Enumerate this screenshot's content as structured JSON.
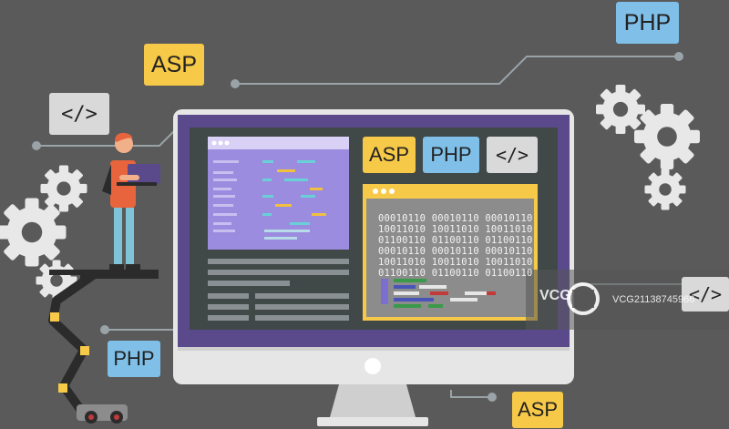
{
  "labels": {
    "asp": "ASP",
    "php": "PHP",
    "code": "</>"
  },
  "binary": {
    "row1": "00010110 00010110 00010110",
    "row2": "10011010 10011010 10011010",
    "row3": "01100110 01100110 01100110",
    "row4": "00010110 00010110 00010110",
    "row5": "10011010 10011010 10011010",
    "row6": "01100110 01100110 01100110"
  },
  "watermark": {
    "logo_text": "VCG",
    "id_text": "VCG21138745966"
  },
  "colors": {
    "background": "#5a5a5a",
    "monitor_frame": "#e6e6e6",
    "screen_purple": "#5b4a8b",
    "asp_yellow": "#f7c948",
    "php_blue": "#7fbfe8",
    "code_gray": "#d9d9d9",
    "person_shirt": "#e8643c",
    "person_pants": "#7ec3d6"
  },
  "icons": {
    "gear": "gear-icon",
    "code": "code-tag-icon",
    "window_dots": "window-dots-icon"
  }
}
